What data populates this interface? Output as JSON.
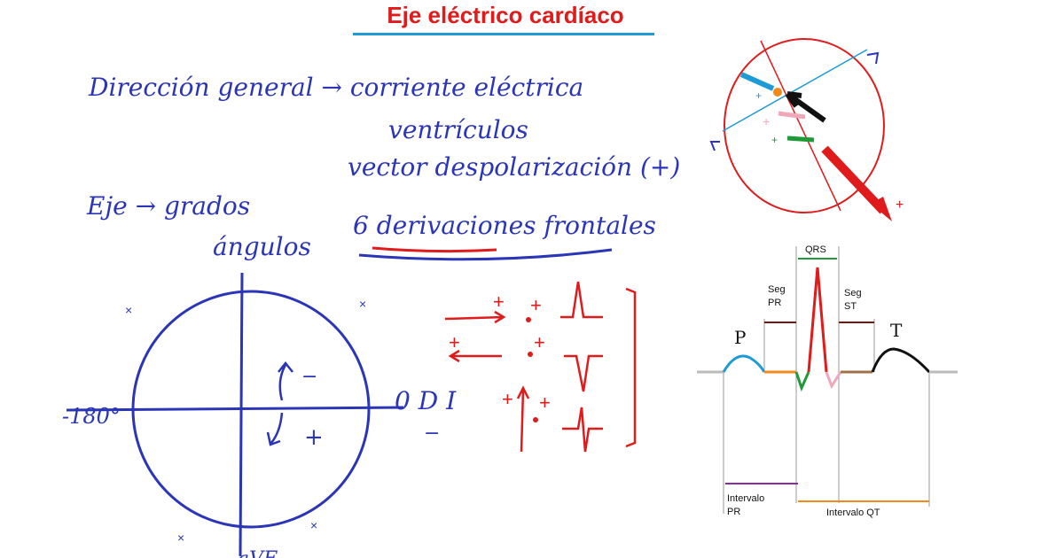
{
  "title": "Eje eléctrico cardíaco",
  "notes": {
    "line1": "Dirección general → corriente eléctrica",
    "line2": "ventrículos",
    "line3": "vector despolarización (+)",
    "line4": "Eje → grados",
    "line5": "ángulos",
    "line6": "6 derivaciones frontales"
  },
  "circle_labels": {
    "left": "-180°",
    "right": "0 D I",
    "bottom": "aVF",
    "minus": "−",
    "plus": "+",
    "right_minus": "−"
  },
  "ecg": {
    "p": "P",
    "t": "T",
    "qrs": "QRS",
    "seg_pr": [
      "Seg",
      "PR"
    ],
    "seg_st": [
      "Seg",
      "ST"
    ],
    "intervalo_pr": [
      "Intervalo",
      "PR"
    ],
    "intervalo_qt": "Intervalo QT"
  },
  "colors": {
    "title": "#e01b1b",
    "ink_blue": "#2a35b8",
    "ink_red": "#e01b1b",
    "rule": "#1e9ad6"
  }
}
